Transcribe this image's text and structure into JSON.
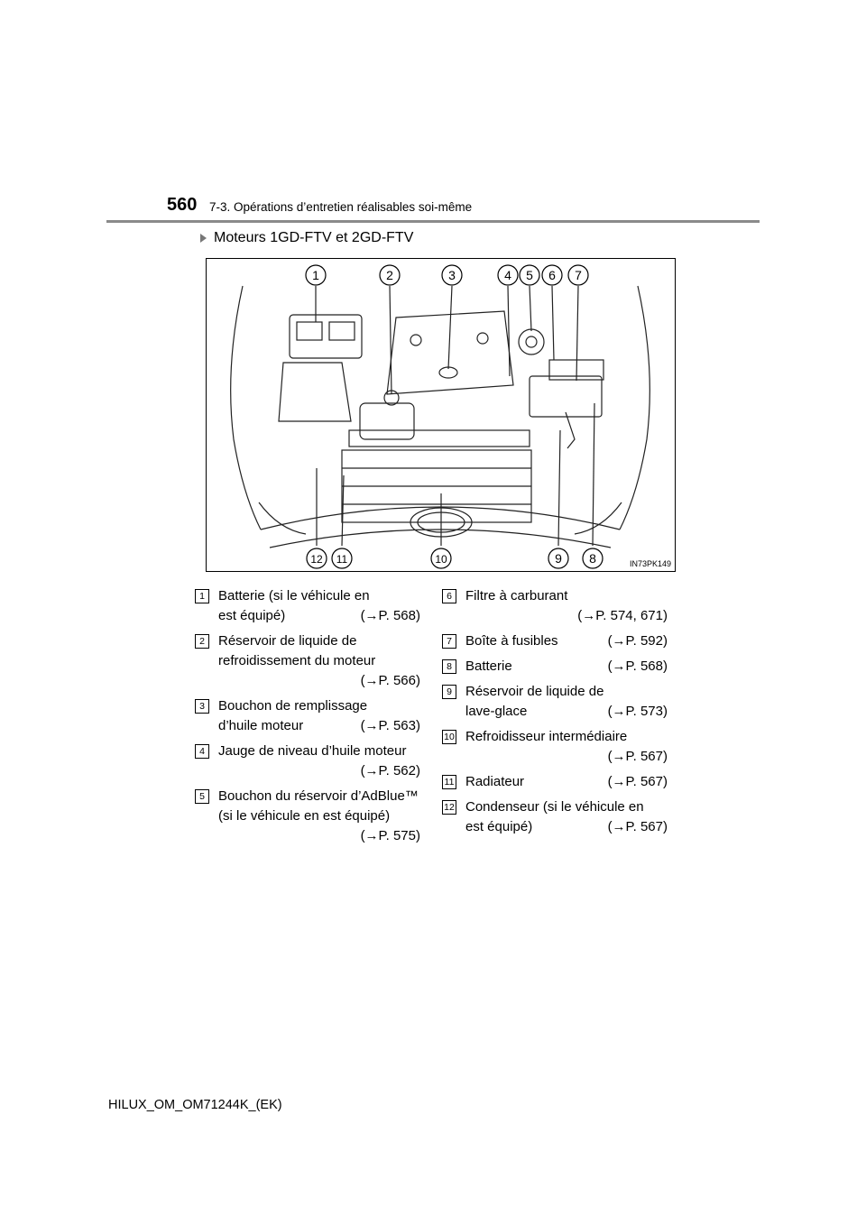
{
  "header": {
    "page_number": "560",
    "chapter_title": "7-3. Opérations d’entretien réalisables soi-même"
  },
  "section_heading": "Moteurs 1GD-FTV et 2GD-FTV",
  "figure": {
    "code": "IN73PK149",
    "callouts_top": [
      "1",
      "2",
      "3",
      "4",
      "5",
      "6",
      "7"
    ],
    "callouts_bottom": [
      "12",
      "11",
      "10",
      "9",
      "8"
    ]
  },
  "legend_left": [
    {
      "num": "1",
      "lines": [
        "Batterie (si le véhicule en"
      ],
      "last": "est équipé)",
      "ref": "(→P. 568)"
    },
    {
      "num": "2",
      "lines": [
        "Réservoir de liquide de",
        "refroidissement du moteur"
      ],
      "last": "",
      "ref": "(→P. 566)"
    },
    {
      "num": "3",
      "lines": [
        "Bouchon de remplissage"
      ],
      "last": "d’huile moteur",
      "ref": "(→P. 563)"
    },
    {
      "num": "4",
      "lines": [
        "Jauge de niveau d’huile moteur"
      ],
      "last": "",
      "ref": "(→P. 562)"
    },
    {
      "num": "5",
      "lines": [
        "Bouchon du réservoir d’AdBlue™",
        "(si le véhicule en est équipé)"
      ],
      "last": "",
      "ref": "(→P. 575)"
    }
  ],
  "legend_right": [
    {
      "num": "6",
      "lines": [
        "Filtre à carburant"
      ],
      "last": "",
      "ref": "(→P. 574, 671)"
    },
    {
      "num": "7",
      "lines": [],
      "last": "Boîte à fusibles",
      "ref": "(→P. 592)"
    },
    {
      "num": "8",
      "lines": [],
      "last": "Batterie",
      "ref": "(→P. 568)"
    },
    {
      "num": "9",
      "lines": [
        "Réservoir de liquide de"
      ],
      "last": "lave-glace",
      "ref": "(→P. 573)"
    },
    {
      "num": "10",
      "lines": [
        "Refroidisseur intermédiaire"
      ],
      "last": "",
      "ref": "(→P. 567)"
    },
    {
      "num": "11",
      "lines": [],
      "last": "Radiateur",
      "ref": "(→P. 567)"
    },
    {
      "num": "12",
      "lines": [
        "Condenseur (si le véhicule en"
      ],
      "last": "est équipé)",
      "ref": "(→P. 567)"
    }
  ],
  "footer": "HILUX_OM_OM71244K_(EK)"
}
